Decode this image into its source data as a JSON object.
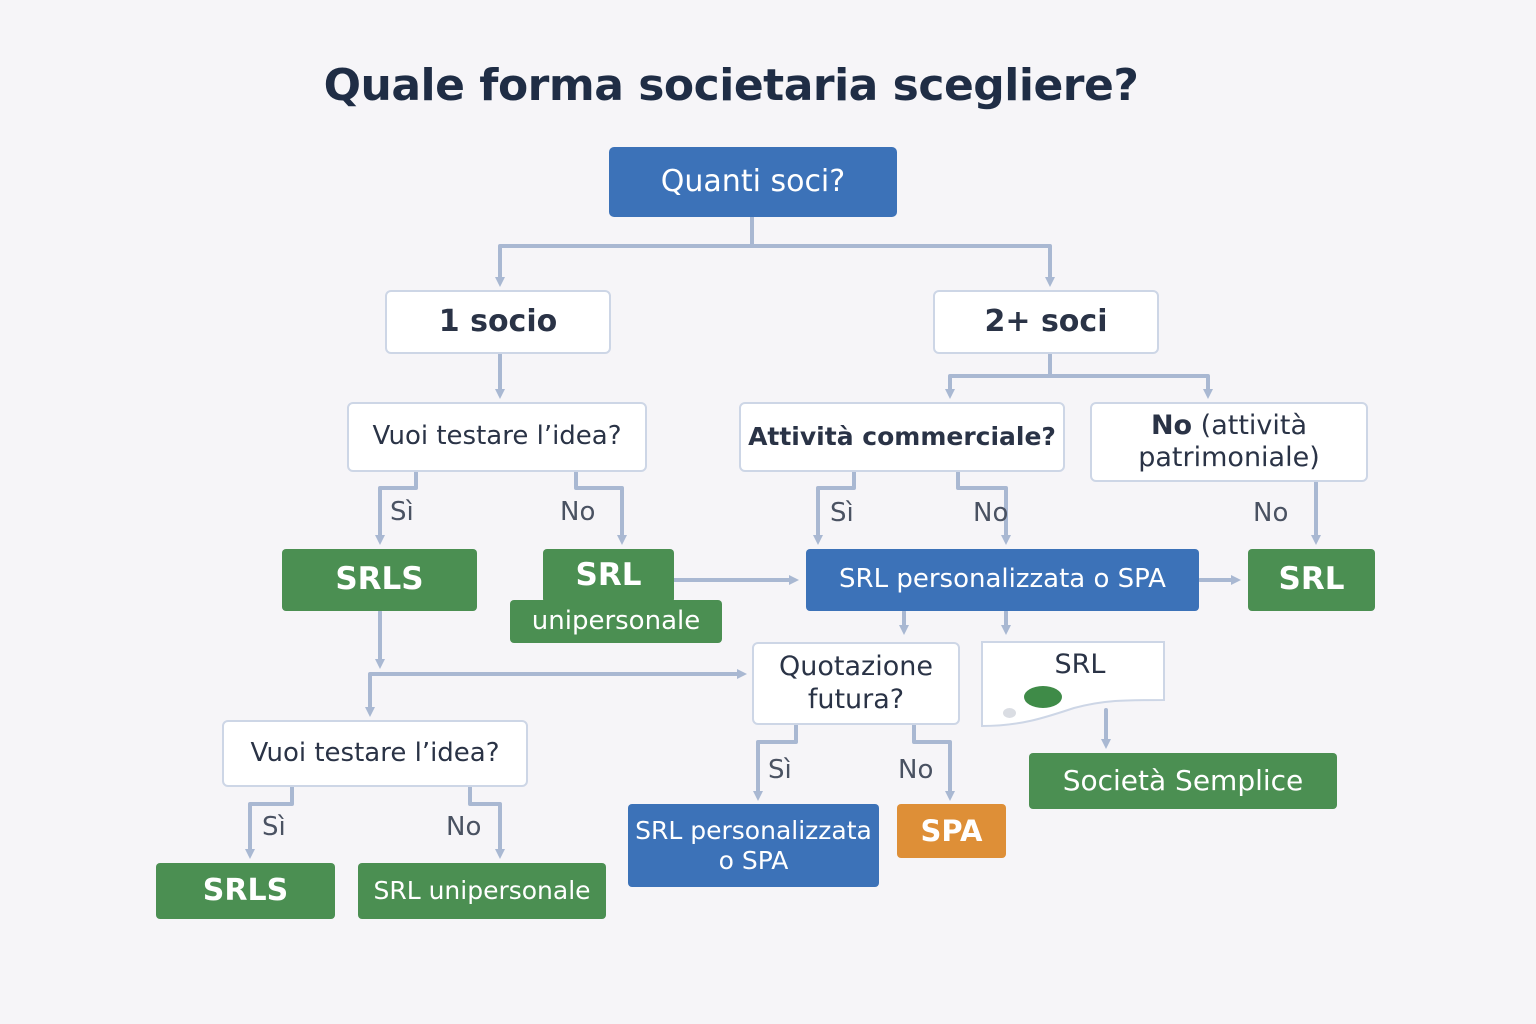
{
  "title": "Quale forma societaria scegliere?",
  "nodes": {
    "root": "Quanti soci?",
    "one_socio": "1 socio",
    "two_soci": "2+ soci",
    "q_test_idea_top": "Vuoi testare l’idea?",
    "q_commerciale": "Attività commerciale?",
    "no_patrimoniale_bold": "No",
    "no_patrimoniale_rest": " (attività",
    "no_patrimoniale_line2": "patrimoniale)",
    "srls_top": "SRLS",
    "srl_unip_top_line1": "SRL",
    "srl_unip_top_line2": "unipersonale",
    "srl_pers_spa_mid": "SRL personalizzata o SPA",
    "srl_right": "SRL",
    "q_quotazione": "Quotazione futura?",
    "srl_note": "SRL",
    "societa_semplice": "Società Semplice",
    "q_test_idea_bottom": "Vuoi testare l’idea?",
    "srls_bottom": "SRLS",
    "srl_unip_bottom": "SRL unipersonale",
    "srl_pers_spa_bottom_line1": "SRL personalizzata",
    "srl_pers_spa_bottom_line2": "o SPA",
    "spa": "SPA"
  },
  "edge_labels": {
    "test_top_si": "Sì",
    "test_top_no": "No",
    "comm_si": "Sì",
    "comm_no": "No",
    "patrimoniale_no": "No",
    "quot_si": "Sì",
    "quot_no": "No",
    "test_bottom_si": "Sì",
    "test_bottom_no": "No"
  },
  "colors": {
    "question_border": "#cdd6e6",
    "blue": "#3c72b8",
    "green": "#4b8f52",
    "orange": "#de8f37",
    "connector": "#a9b8d2"
  }
}
